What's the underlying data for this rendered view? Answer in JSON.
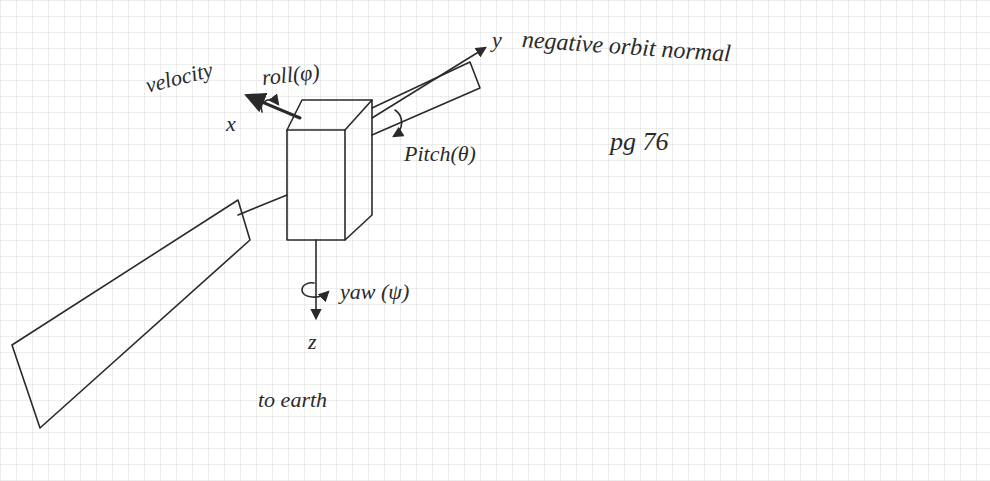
{
  "diagram": {
    "labels": [
      "velocity",
      "x",
      "roll(φ)",
      "y",
      "negative orbit normal",
      "Pitch(θ)",
      "pg 76",
      "yaw (ψ)",
      "z",
      "to earth"
    ]
  }
}
